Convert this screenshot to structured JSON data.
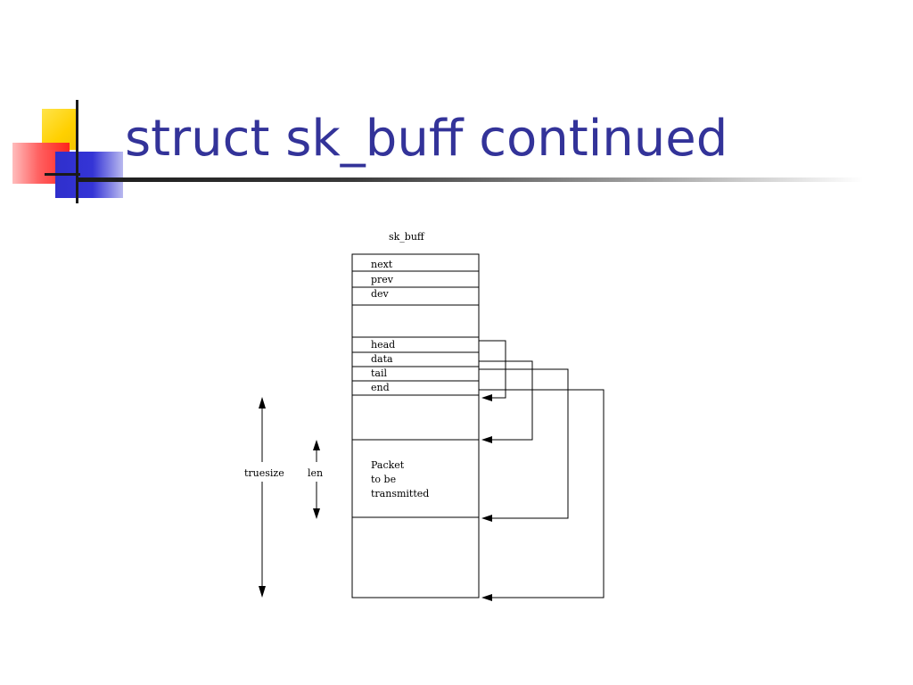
{
  "slide": {
    "title": "struct sk_buff continued"
  },
  "diagram": {
    "struct_label": "sk_buff",
    "fields": [
      "next",
      "prev",
      "dev",
      "head",
      "data",
      "tail",
      "end"
    ],
    "packet_text": [
      "Packet",
      "to be",
      "transmitted"
    ],
    "truesize_label": "truesize",
    "len_label": "len"
  },
  "colors": {
    "title": "#333399",
    "logo_yellow": "#ffd000",
    "logo_red": "#ff3030",
    "logo_blue": "#3333cc"
  }
}
